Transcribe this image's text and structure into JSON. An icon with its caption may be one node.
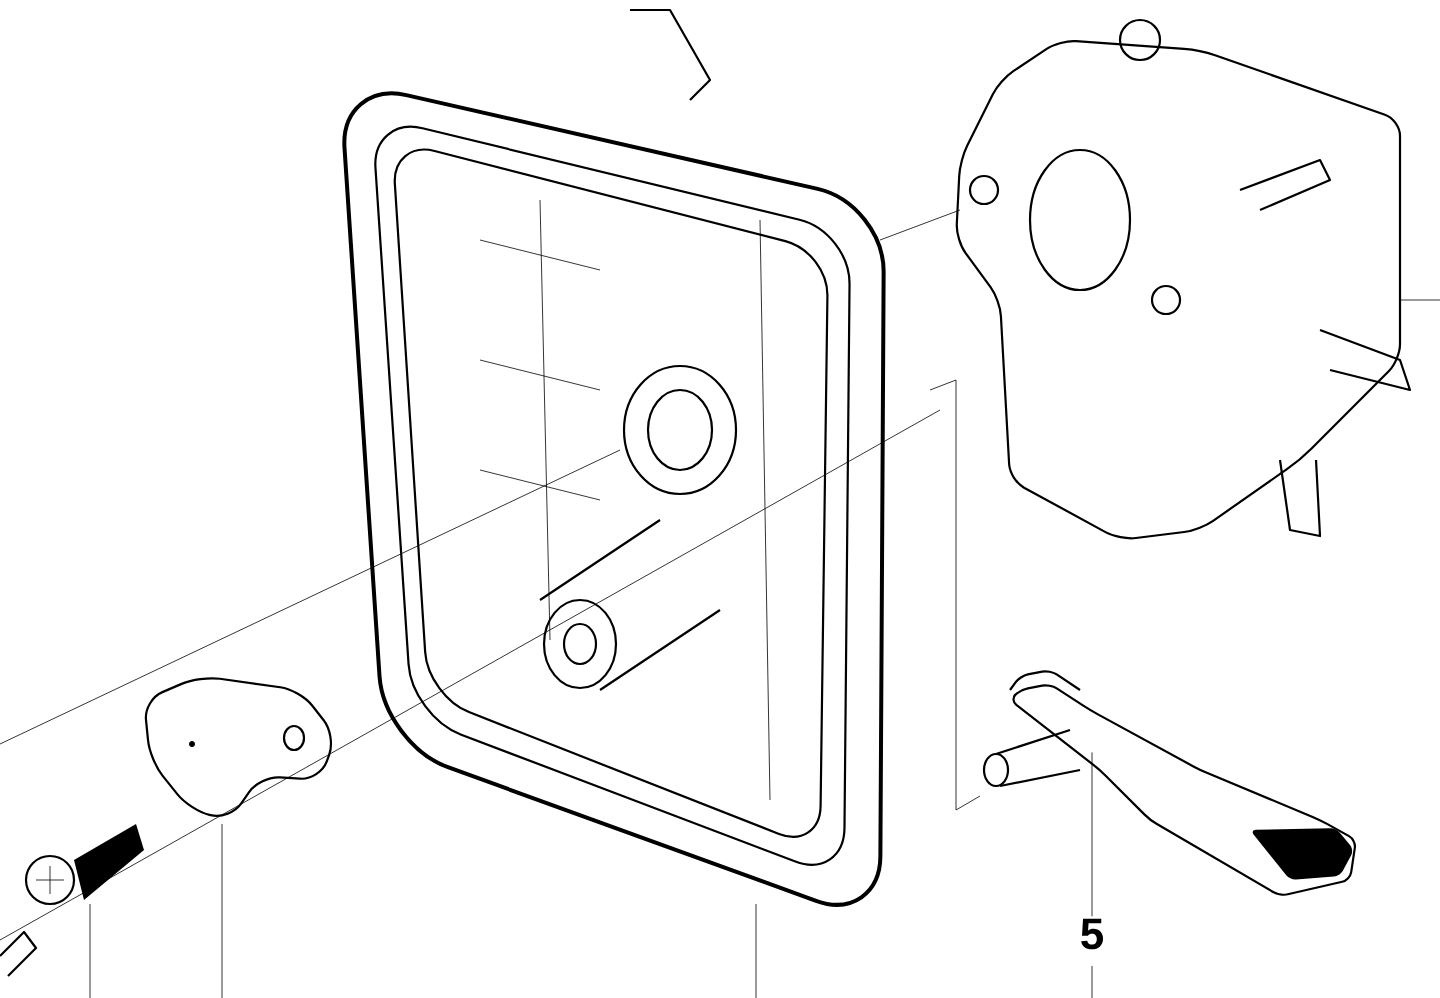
{
  "diagram": {
    "nodes": [
      {
        "text": [
          "5"
        ]
      },
      {
        "text": [],
        "shape": "picture"
      }
    ],
    "edges": [
      {
        "from": 0,
        "to": 1,
        "arrow": "none"
      }
    ]
  }
}
